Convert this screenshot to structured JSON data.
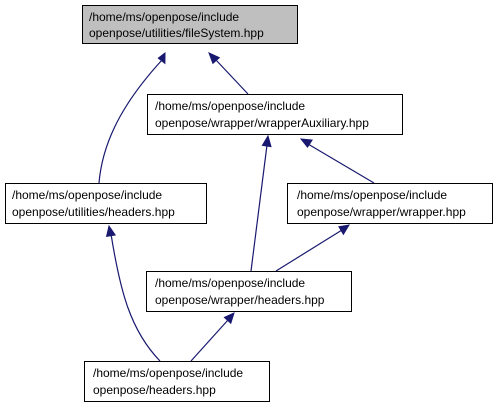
{
  "graph": {
    "colors": {
      "highlight_fill": "#bfbfbf",
      "node_fill": "#ffffff",
      "node_border": "#000000",
      "edge": "#191970"
    },
    "nodes": [
      {
        "id": "filesystem",
        "line1": "/home/ms/openpose/include",
        "line2": "openpose/utilities/fileSystem.hpp",
        "highlighted": true
      },
      {
        "id": "wrapper-auxiliary",
        "line1": "/home/ms/openpose/include",
        "line2": "openpose/wrapper/wrapperAuxiliary.hpp",
        "highlighted": false
      },
      {
        "id": "utilities-headers",
        "line1": "/home/ms/openpose/include",
        "line2": "openpose/utilities/headers.hpp",
        "highlighted": false
      },
      {
        "id": "wrapper-wrapper",
        "line1": "/home/ms/openpose/include",
        "line2": "openpose/wrapper/wrapper.hpp",
        "highlighted": false
      },
      {
        "id": "wrapper-headers",
        "line1": "/home/ms/openpose/include",
        "line2": "openpose/wrapper/headers.hpp",
        "highlighted": false
      },
      {
        "id": "openpose-headers",
        "line1": "/home/ms/openpose/include",
        "line2": "openpose/headers.hpp",
        "highlighted": false
      }
    ],
    "edges": [
      {
        "from": "utilities-headers",
        "to": "filesystem"
      },
      {
        "from": "wrapper-auxiliary",
        "to": "filesystem"
      },
      {
        "from": "wrapper-headers",
        "to": "wrapper-auxiliary"
      },
      {
        "from": "wrapper-wrapper",
        "to": "wrapper-auxiliary"
      },
      {
        "from": "openpose-headers",
        "to": "utilities-headers"
      },
      {
        "from": "wrapper-headers",
        "to": "wrapper-wrapper"
      },
      {
        "from": "openpose-headers",
        "to": "wrapper-headers"
      }
    ]
  }
}
